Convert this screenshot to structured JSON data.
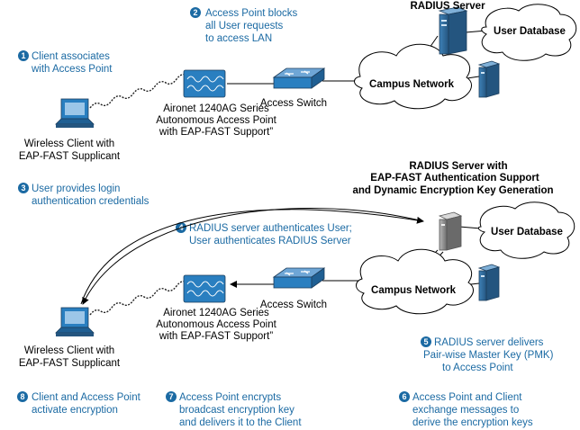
{
  "colors": {
    "step_text": "#1b6aa3",
    "badge": "#1b6aa3",
    "device": "#2a7fc0",
    "server": "#2f6f9f"
  },
  "top": {
    "radius_server": "RADIUS Server",
    "user_database": "User Database",
    "campus_network": "Campus Network",
    "access_switch": "Access Switch",
    "ap": [
      "Aironet 1240AG Series",
      "Autonomous Access Point",
      "with EAP-FAST Support”"
    ],
    "client": [
      "Wireless Client with",
      "EAP-FAST Supplicant"
    ]
  },
  "bottom": {
    "radius_server": [
      "RADIUS Server with",
      "EAP-FAST Authentication Support",
      "and Dynamic Encryption Key Generation"
    ],
    "user_database": "User Database",
    "campus_network": "Campus Network",
    "access_switch": "Access Switch",
    "ap": [
      "Aironet 1240AG Series",
      "Autonomous Access Point",
      "with EAP-FAST Support”"
    ],
    "client": [
      "Wireless Client with",
      "EAP-FAST Supplicant"
    ]
  },
  "steps": [
    {
      "number": "1",
      "lines": [
        "Client associates",
        "with Access Point"
      ]
    },
    {
      "number": "2",
      "lines": [
        "Access Point blocks",
        "all User requests",
        "to access LAN"
      ]
    },
    {
      "number": "3",
      "lines": [
        "User provides login",
        "authentication credentials"
      ]
    },
    {
      "number": "4",
      "lines": [
        "RADIUS server authenticates User;",
        "User authenticates RADIUS Server"
      ]
    },
    {
      "number": "5",
      "lines": [
        "RADIUS server delivers",
        "Pair-wise Master Key (PMK)",
        "to Access Point"
      ]
    },
    {
      "number": "6",
      "lines": [
        "Access Point and Client",
        "exchange messages to",
        "derive the encryption keys"
      ]
    },
    {
      "number": "7",
      "lines": [
        "Access Point encrypts",
        "broadcast encryption key",
        "and delivers it to the Client"
      ]
    },
    {
      "number": "8",
      "lines": [
        "Client and Access Point",
        "activate encryption"
      ]
    }
  ]
}
